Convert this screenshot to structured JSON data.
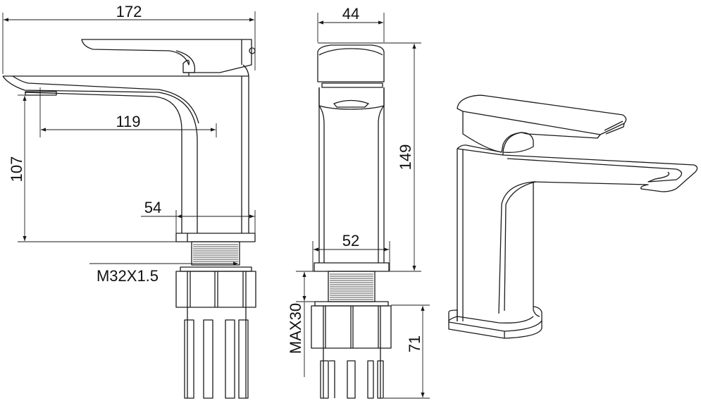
{
  "drawing": {
    "title": "Basin mixer tap dimension drawing",
    "dimensions": {
      "overall_length": "172",
      "spout_reach": "119",
      "spout_height": "107",
      "base_depth": "54",
      "thread_spec": "M32X1.5",
      "handle_width": "44",
      "overall_height": "149",
      "base_width": "52",
      "max_deck_thickness": "MAX30",
      "fixing_length": "71"
    },
    "views": [
      "side-view",
      "front-view",
      "perspective-view"
    ],
    "line_color": "#1a1a1a",
    "background": "#ffffff"
  }
}
